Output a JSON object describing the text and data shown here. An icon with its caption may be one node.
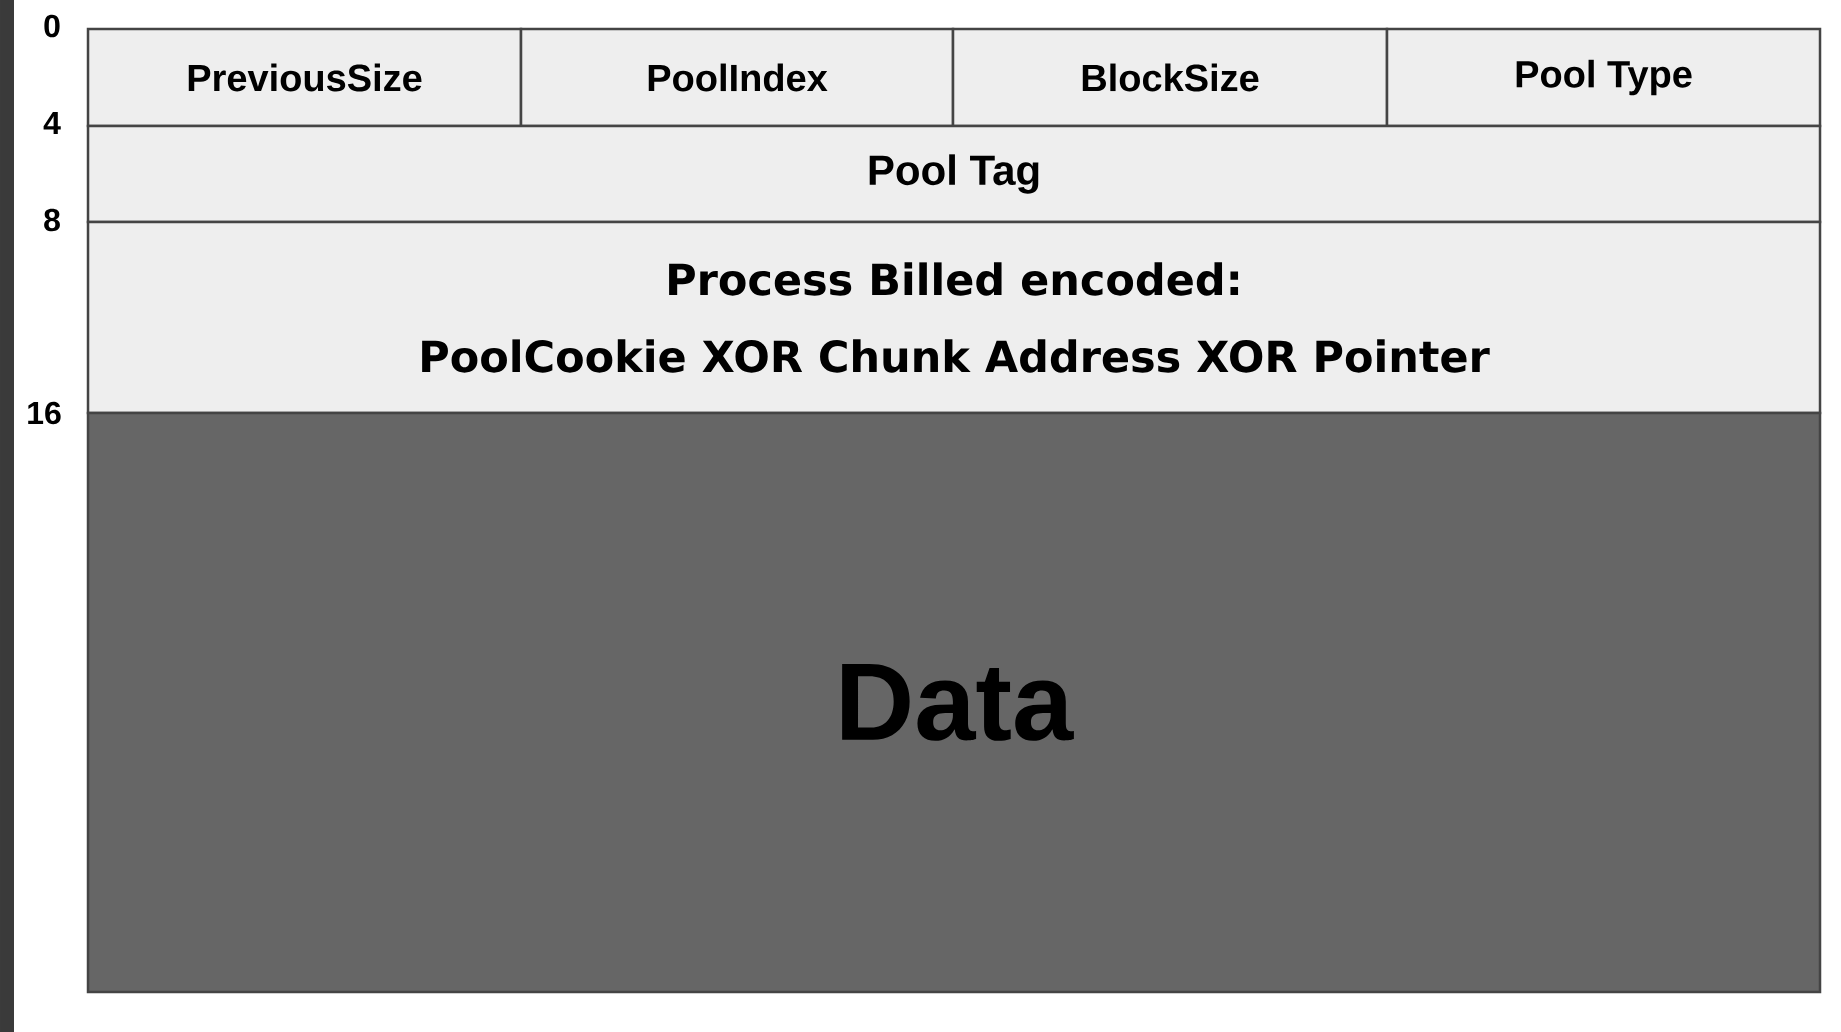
{
  "diagram": {
    "nodes": [
      {
        "text": [
          "PreviousSize"
        ]
      },
      {
        "text": [
          "PoolIndex"
        ]
      },
      {
        "text": [
          "BlockSize"
        ]
      },
      {
        "text": [
          "Pool Type"
        ]
      },
      {
        "text": [
          "Pool Tag"
        ]
      },
      {
        "text": [
          "Process Billed encoded:",
          "PoolCookie XOR Chunk Address XOR Pointer"
        ]
      },
      {
        "text": [
          "Data"
        ]
      }
    ],
    "labels": [
      "0",
      "4",
      "8",
      "16"
    ]
  }
}
